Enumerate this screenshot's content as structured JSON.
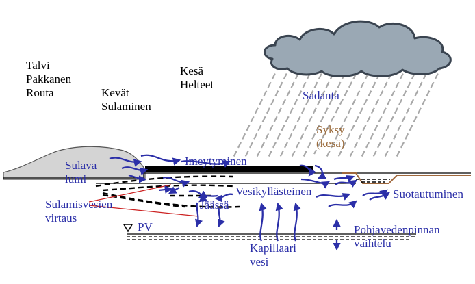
{
  "seasons": {
    "winter": [
      "Talvi",
      "Pakkanen",
      "Routa"
    ],
    "spring": [
      "Kevät",
      "Sulaminen"
    ],
    "summer": [
      "Kesä",
      "Helteet"
    ]
  },
  "labels": {
    "precipitation": "Sadanta",
    "autumn": [
      "Syksy",
      "(kesä)"
    ],
    "melting_snow": [
      "Sulava",
      "lumi"
    ],
    "infiltration": "Imeytyminen",
    "saturation": "Vesikyllästeinen",
    "drainage": "Suotautuminen",
    "meltwater_flow": [
      "Sulamisvesien",
      "virtaus"
    ],
    "frozen": "Jäässä",
    "groundwater_level": "PV",
    "capillary": [
      "Kapillaari",
      "vesi"
    ],
    "gw_fluctuation": [
      "Pohjavedenpinnan",
      "vaihtelu"
    ]
  },
  "colors": {
    "arrow_blue": "#2b2fa8",
    "text_blue": "#2b2fa8",
    "autumn_brown": "#9a6a3a",
    "ditch_brown": "#a0683c",
    "cloud_fill": "#9aa8b4",
    "cloud_outline": "#3a4450",
    "rain": "#a8a8a8",
    "snow": "#d4d4d4",
    "meltwater_line": "#cc2222",
    "black": "#000000"
  },
  "icons": {
    "cloud": "cloud-icon",
    "groundwater_marker": "down-triangle-icon"
  }
}
